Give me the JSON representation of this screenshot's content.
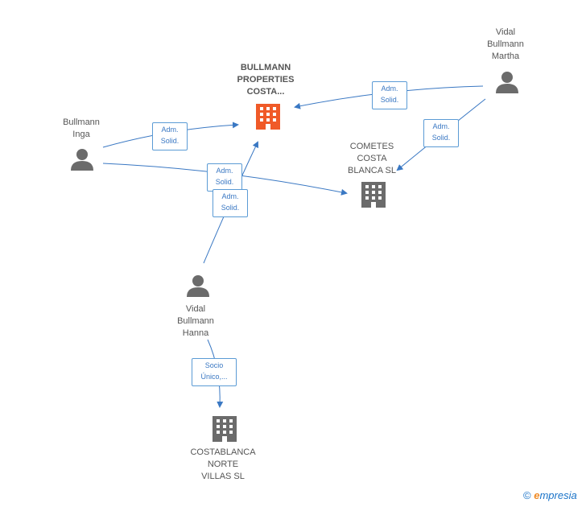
{
  "nodes": {
    "main_company": {
      "label": "BULLMANN\nPROPERTIES\nCOSTA...",
      "type": "company",
      "color": "#f05a28"
    },
    "cometes": {
      "label": "COMETES\nCOSTA\nBLANCA SL",
      "type": "company",
      "color": "#6b6b6b"
    },
    "costablanca": {
      "label": "COSTABLANCA\nNORTE\nVILLAS SL",
      "type": "company",
      "color": "#6b6b6b"
    },
    "inga": {
      "label": "Bullmann\nInga",
      "type": "person",
      "color": "#6b6b6b"
    },
    "martha": {
      "label": "Vidal\nBullmann\nMartha",
      "type": "person",
      "color": "#6b6b6b"
    },
    "hanna": {
      "label": "Vidal\nBullmann\nHanna",
      "type": "person",
      "color": "#6b6b6b"
    }
  },
  "edges": {
    "martha_main": "Adm.\nSolid.",
    "martha_cometes": "Adm.\nSolid.",
    "inga_main": "Adm.\nSolid.",
    "inga_cometes": "Adm.\nSolid.",
    "hanna_main": "Adm.\nSolid.",
    "hanna_costablanca": "Socio\nÚnico,..."
  },
  "colors": {
    "edge": "#3a78c3",
    "person": "#6b6b6b",
    "main": "#f05a28"
  },
  "watermark": {
    "symbol": "©",
    "brand_first": "e",
    "brand_rest": "mpresia"
  }
}
